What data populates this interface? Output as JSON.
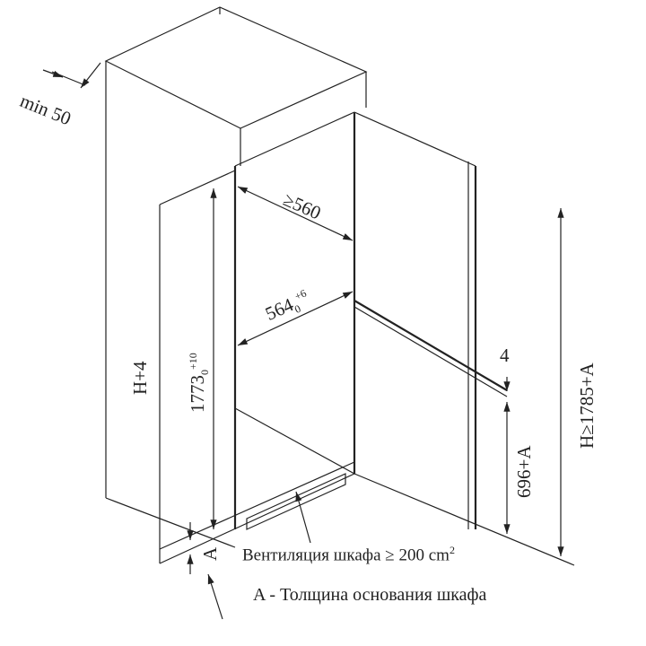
{
  "dimensions": {
    "min_gap": "min 50",
    "depth_min": "≥560",
    "niche_width_base": "564",
    "niche_width_tol_low": "0",
    "niche_width_tol_high": "+6",
    "niche_height_base": "1773",
    "niche_height_tol_low": "0",
    "niche_height_tol_high": "+10",
    "side_height": "H+4",
    "gap": "4",
    "lower_height": "696+A",
    "total_height": "H≥1785+A",
    "base_label": "A"
  },
  "notes": {
    "ventilation_text": "Вентиляция шкафа ≥ 200 cm",
    "ventilation_unit_exp": "2",
    "base_note": "A - Толщина основания шкафа"
  }
}
